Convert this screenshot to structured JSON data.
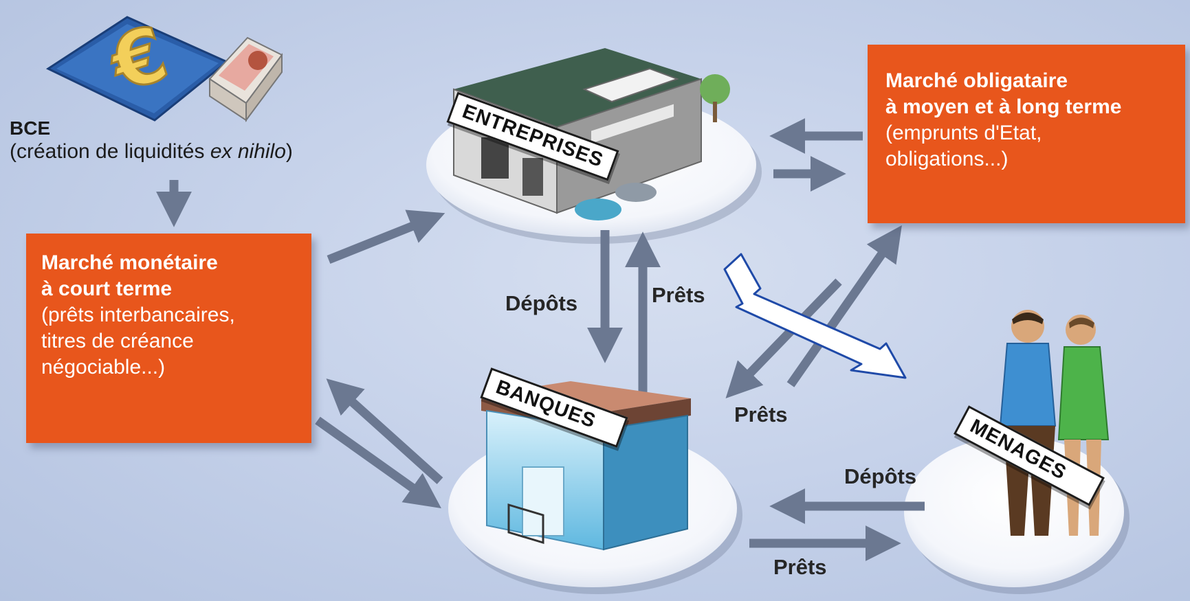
{
  "bce": {
    "title": "BCE",
    "desc_prefix": "(création de liquidités ",
    "desc_italic": "ex nihilo",
    "desc_suffix": ")"
  },
  "money_market": {
    "title": "Marché monétaire\nà court terme",
    "desc": "(prêts interbancaires,\ntitres de créance\nnégociable...)"
  },
  "bond_market": {
    "title": "Marché obligataire\nà moyen et à long terme",
    "desc": "(emprunts d'Etat,\nobligations...)"
  },
  "actors": {
    "entreprises": "ENTREPRISES",
    "banques": "BANQUES",
    "menages": "MENAGES"
  },
  "flows": {
    "depots_1": "Dépôts",
    "prets_1": "Prêts",
    "prets_2": "Prêts",
    "depots_2": "Dépôts",
    "prets_3": "Prêts"
  },
  "colors": {
    "box": "#e8561c",
    "arrow": "#6b7891",
    "highlight_arrow": "#1f4aa8"
  },
  "icons": [
    "euro-banknote-icon",
    "banknote-stack-icon",
    "office-building-icon",
    "bank-building-icon",
    "couple-people-icon"
  ]
}
